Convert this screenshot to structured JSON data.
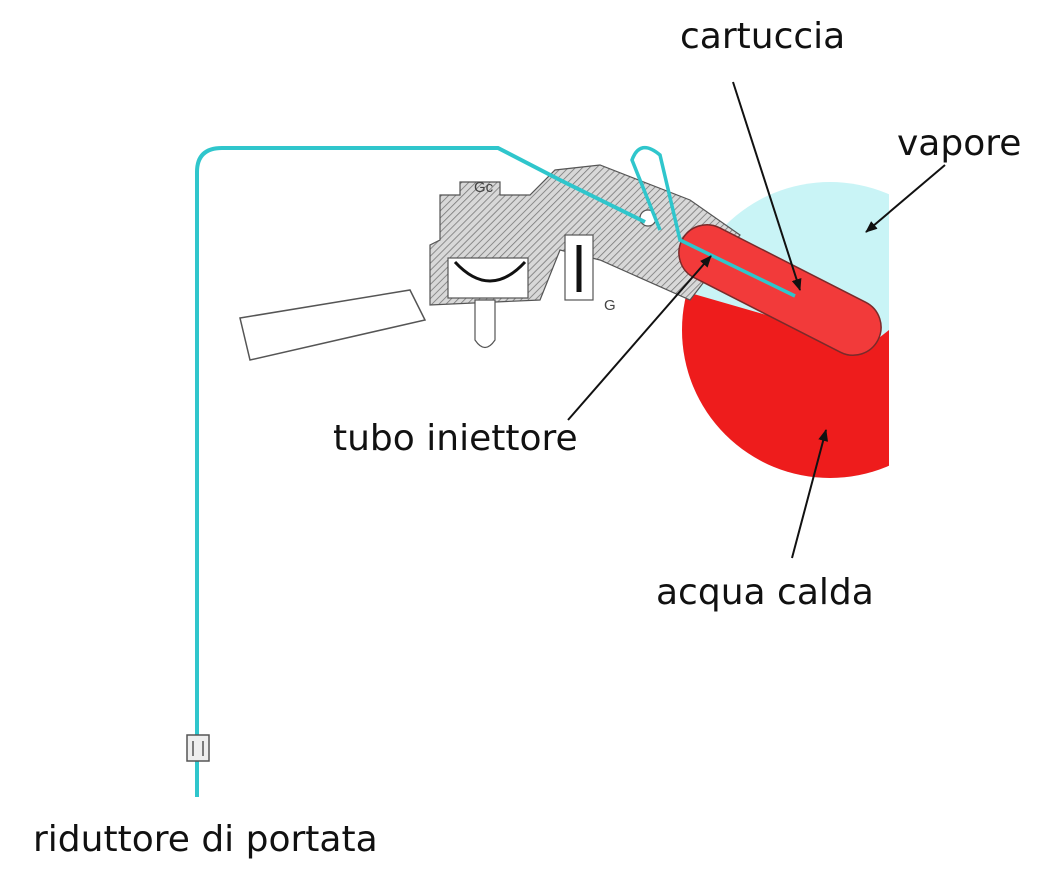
{
  "labels": {
    "cartridge": "cartuccia",
    "steam": "vapore",
    "injector_tube": "tubo iniettore",
    "hot_water": "acqua calda",
    "flow_reducer": "riduttore di portata"
  },
  "part_marks": {
    "gc": "Gc",
    "g": "G"
  },
  "colors": {
    "pipe": "#2fc6cc",
    "steam": "#c9f4f6",
    "water": "#ee1c1c",
    "cartridge": "#f23a3a",
    "body": "#9a9a9a"
  }
}
